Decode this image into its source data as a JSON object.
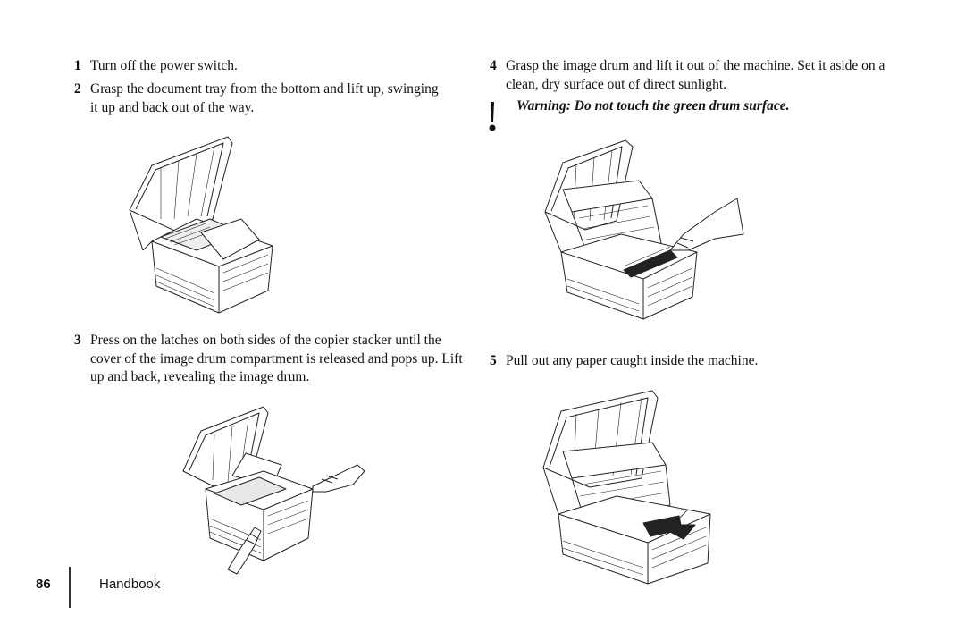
{
  "steps": [
    {
      "num": "1",
      "text": "Turn off the power switch."
    },
    {
      "num": "2",
      "text": "Grasp the document tray from the bottom and lift up, swinging it up and back out of the way."
    },
    {
      "num": "3",
      "text": "Press on the latches on both sides of the copier stacker until the cover of the image drum compartment is released and pops up. Lift up and back, revealing the image drum."
    },
    {
      "num": "4",
      "text": "Grasp the image drum and lift it out of the machine. Set it aside on a clean, dry surface out of direct sunlight."
    },
    {
      "num": "5",
      "text": "Pull out any paper caught inside the machine."
    }
  ],
  "warning": {
    "mark": "!",
    "text": "Warning: Do not touch the green drum surface."
  },
  "footer": {
    "page_number": "86",
    "label": "Handbook"
  },
  "figures": [
    {
      "id": "tray-lifted",
      "icon": "fax-machine-open-tray-illustration"
    },
    {
      "id": "drum-cover-open",
      "icon": "fax-machine-cover-open-with-hands-illustration"
    },
    {
      "id": "drum-removal",
      "icon": "fax-machine-drum-removal-illustration"
    },
    {
      "id": "paper-removal",
      "icon": "fax-machine-paper-removal-illustration"
    }
  ]
}
